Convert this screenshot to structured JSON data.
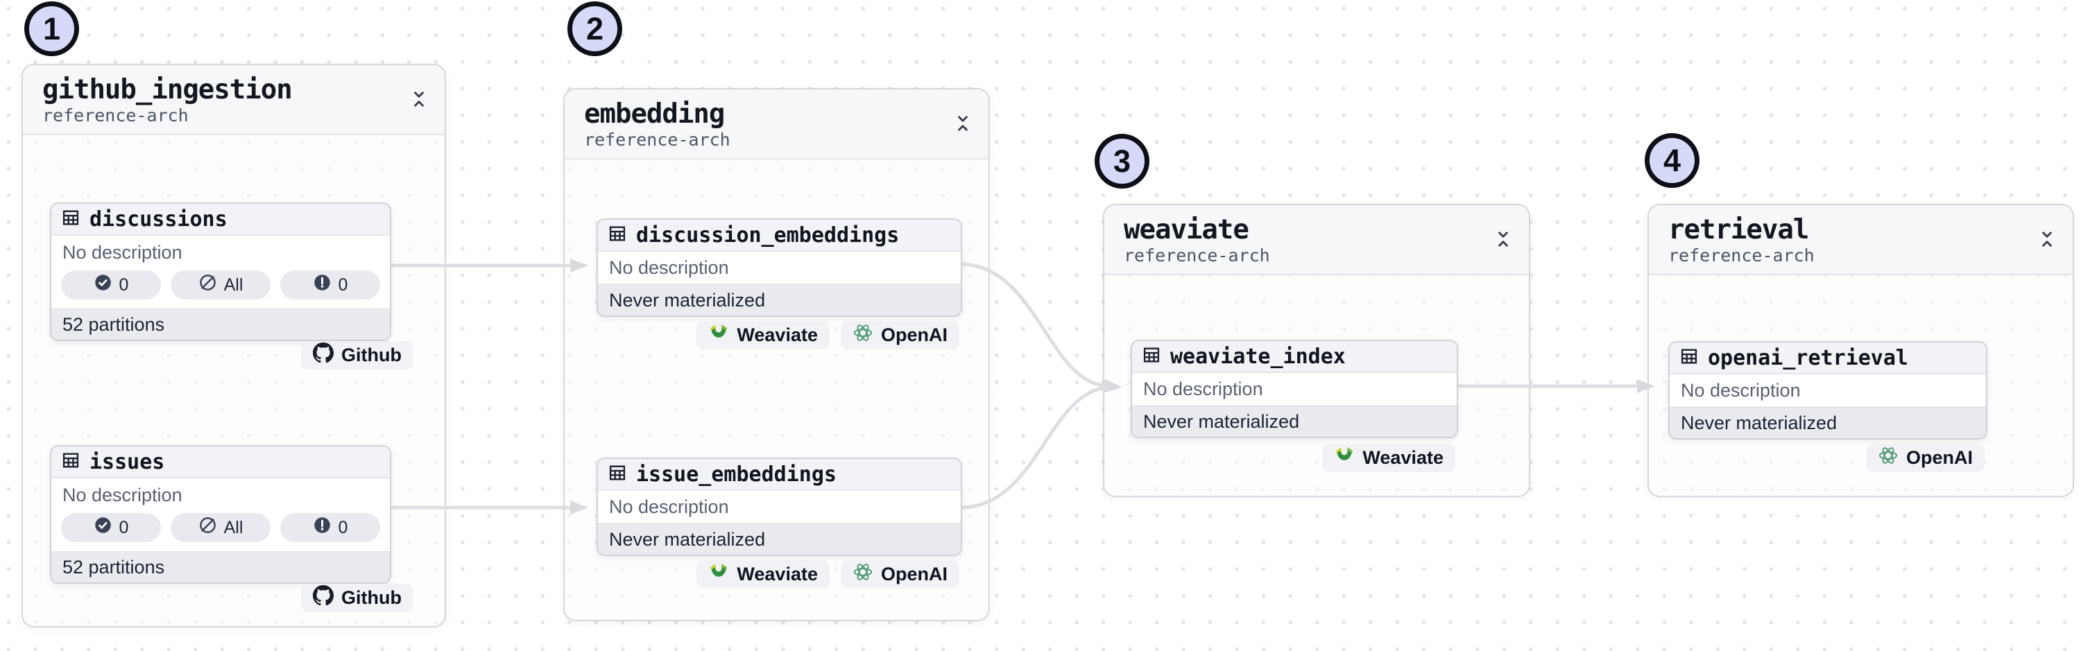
{
  "colors": {
    "edge": "#dcdee2",
    "arrowhead": "#d8dade",
    "step_circle_fill": "#d6daf8",
    "step_circle_border": "#0d1016",
    "card_header_bg": "#f2f3f6",
    "card_footer_bg": "#e9ebef",
    "group_header_bg": "#f6f7f9"
  },
  "icons": [
    "table-icon",
    "collapse-chevrons-icon",
    "check-circle-icon",
    "slash-circle-icon",
    "alert-circle-icon",
    "github-logo",
    "weaviate-logo",
    "openai-logo"
  ],
  "diagram": {
    "groups": [
      {
        "title": "github_ingestion",
        "subtitle": "reference-arch",
        "step": "1",
        "assets": [
          {
            "name": "discussions",
            "description": "No description",
            "footer": "52 partitions",
            "stats": [
              {
                "icon": "check-circle-icon",
                "label": "0"
              },
              {
                "icon": "slash-circle-icon",
                "label": "All"
              },
              {
                "icon": "alert-circle-icon",
                "label": "0"
              }
            ],
            "integrations": [
              {
                "icon": "github-logo",
                "label": "Github"
              }
            ]
          },
          {
            "name": "issues",
            "description": "No description",
            "footer": "52 partitions",
            "stats": [
              {
                "icon": "check-circle-icon",
                "label": "0"
              },
              {
                "icon": "slash-circle-icon",
                "label": "All"
              },
              {
                "icon": "alert-circle-icon",
                "label": "0"
              }
            ],
            "integrations": [
              {
                "icon": "github-logo",
                "label": "Github"
              }
            ]
          }
        ]
      },
      {
        "title": "embedding",
        "subtitle": "reference-arch",
        "step": "2",
        "assets": [
          {
            "name": "discussion_embeddings",
            "description": "No description",
            "footer": "Never materialized",
            "integrations": [
              {
                "icon": "weaviate-logo",
                "label": "Weaviate"
              },
              {
                "icon": "openai-logo",
                "label": "OpenAI"
              }
            ]
          },
          {
            "name": "issue_embeddings",
            "description": "No description",
            "footer": "Never materialized",
            "integrations": [
              {
                "icon": "weaviate-logo",
                "label": "Weaviate"
              },
              {
                "icon": "openai-logo",
                "label": "OpenAI"
              }
            ]
          }
        ]
      },
      {
        "title": "weaviate",
        "subtitle": "reference-arch",
        "step": "3",
        "assets": [
          {
            "name": "weaviate_index",
            "description": "No description",
            "footer": "Never materialized",
            "integrations": [
              {
                "icon": "weaviate-logo",
                "label": "Weaviate"
              }
            ]
          }
        ]
      },
      {
        "title": "retrieval",
        "subtitle": "reference-arch",
        "step": "4",
        "assets": [
          {
            "name": "openai_retrieval",
            "description": "No description",
            "footer": "Never materialized",
            "integrations": [
              {
                "icon": "openai-logo",
                "label": "OpenAI"
              }
            ]
          }
        ]
      }
    ],
    "edges": [
      {
        "from": "discussions",
        "to": "discussion_embeddings"
      },
      {
        "from": "issues",
        "to": "issue_embeddings"
      },
      {
        "from": "discussion_embeddings",
        "to": "weaviate_index"
      },
      {
        "from": "issue_embeddings",
        "to": "weaviate_index"
      },
      {
        "from": "weaviate_index",
        "to": "openai_retrieval"
      }
    ]
  }
}
